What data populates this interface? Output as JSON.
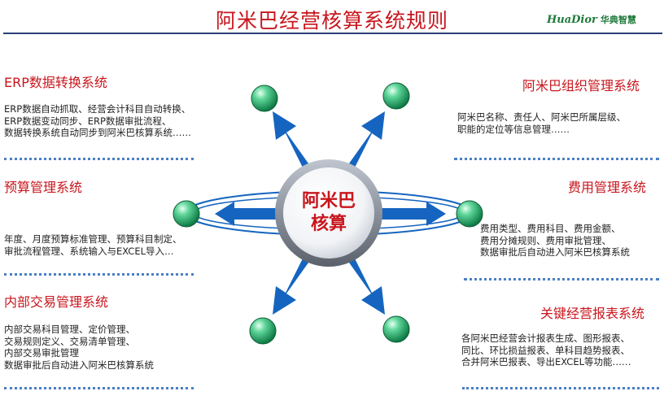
{
  "header": {
    "title": "阿米巴经营核算系统规则",
    "logo_latin": "HuaDior",
    "logo_cn": "华典智慧"
  },
  "center": {
    "line1": "阿米巴",
    "line2": "核算"
  },
  "sections": {
    "erp": {
      "title": "ERP数据转换系统",
      "lines": [
        "ERP数据自动抓取、经营会计科目自动转换、",
        "ERP数据变动同步、ERP数据审批流程、",
        "数据转换系统自动同步到阿米巴核算系统……"
      ]
    },
    "budget": {
      "title": "预算管理系统",
      "lines": [
        "年度、月度预算标准管理、预算科目制定、",
        "审批流程管理、系统输入与EXCEL导入…"
      ]
    },
    "internal": {
      "title": "内部交易管理系统",
      "lines": [
        "内部交易科目管理、定价管理、",
        "交易规则定义、交易清单管理、",
        "内部交易审批管理",
        "数据审批后自动进入阿米巴核算系统"
      ]
    },
    "org": {
      "title": "阿米巴组织管理系统",
      "lines": [
        "阿米巴名称、责任人、阿米巴所属层级、",
        "职能的定位等信息管理……"
      ]
    },
    "expense": {
      "title": "费用管理系统",
      "lines": [
        "费用类型、费用科目、费用金额、",
        "费用分摊规则、费用审批管理、",
        "数据审批后自动进入阿米巴核算系统"
      ]
    },
    "report": {
      "title": "关键经营报表系统",
      "lines": [
        "各阿米巴经营会计报表生成、图形报表、",
        "同比、环比损益报表、单科目趋势报表、",
        "合并阿米巴报表、导出EXCEL等功能……"
      ]
    }
  },
  "colors": {
    "title_red": "#c8161d",
    "arrow_blue": "#1565c0",
    "node_green": "#1fae6a",
    "dot_blue": "#4a7fc6"
  }
}
